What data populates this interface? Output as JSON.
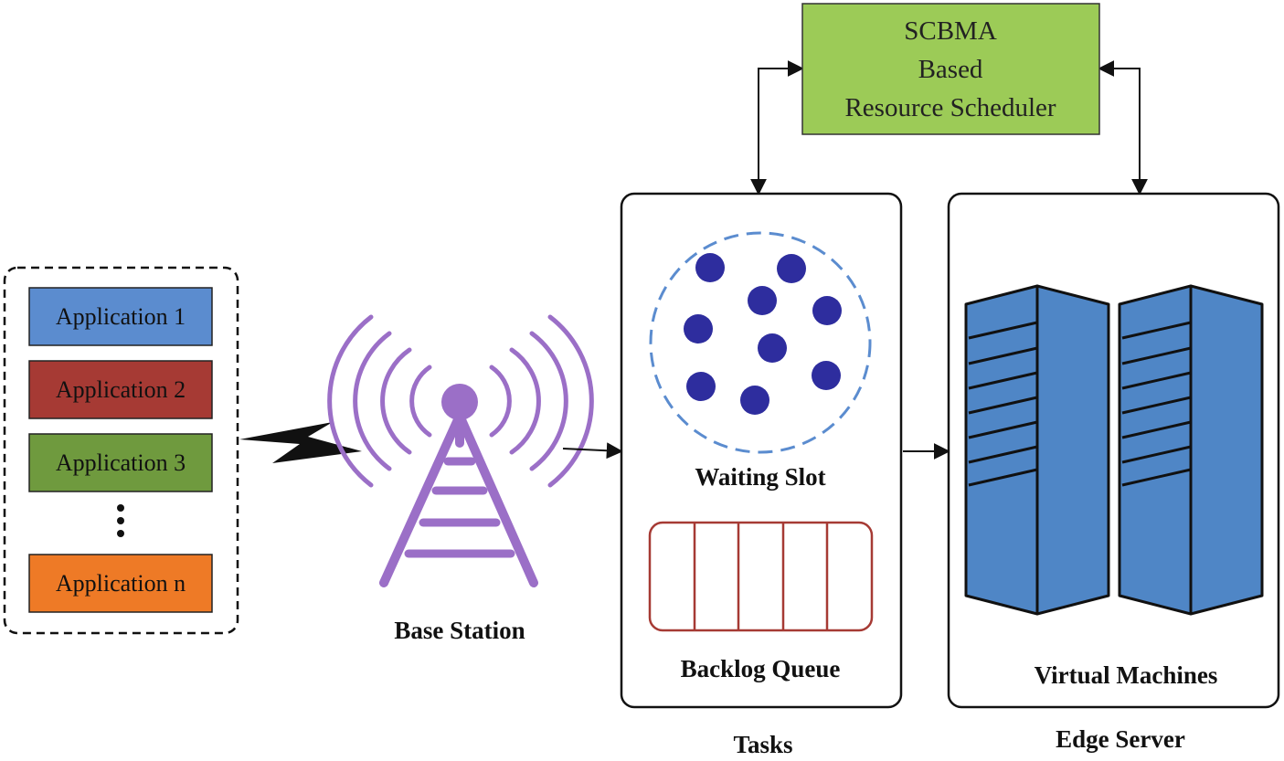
{
  "applications": {
    "items": [
      {
        "label": "Application 1",
        "color": "#5b8ccf"
      },
      {
        "label": "Application 2",
        "color": "#a63a34"
      },
      {
        "label": "Application 3",
        "color": "#6f9a3e"
      },
      {
        "label": "Application n",
        "color": "#ee7a26"
      }
    ],
    "ellipsis": "⋮"
  },
  "base_station": {
    "label": "Base Station",
    "color": "#9b6fc7"
  },
  "scheduler": {
    "line1": "SCBMA",
    "line2": "Based",
    "line3": "Resource Scheduler",
    "color": "#9ccb57"
  },
  "tasks": {
    "waiting_slot_label": "Waiting Slot",
    "backlog_queue_label": "Backlog Queue",
    "caption": "Tasks",
    "dot_color": "#2e2d9e",
    "slot_border_color": "#5b8ccf",
    "queue_color": "#a63a34"
  },
  "edge_server": {
    "vm_label": "Virtual Machines",
    "caption": "Edge Server",
    "server_color": "#4f86c6"
  }
}
